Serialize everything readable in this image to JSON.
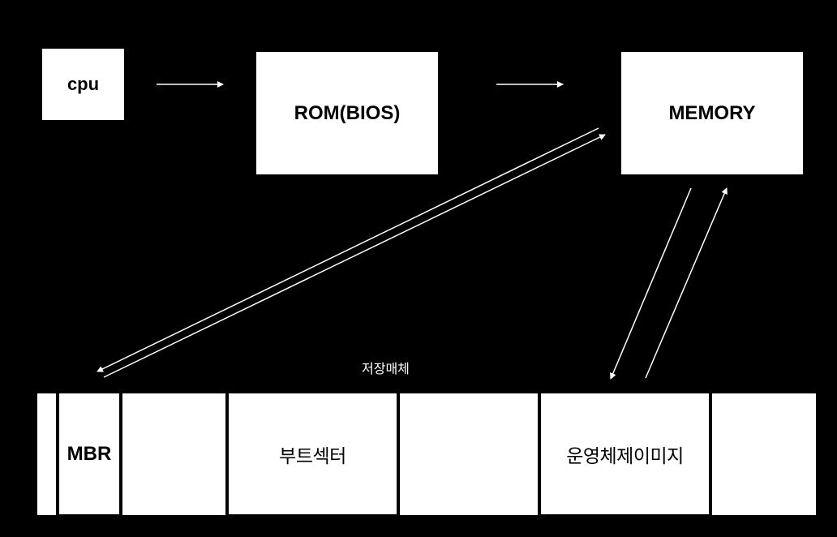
{
  "nodes": {
    "cpu": "cpu",
    "rom": "ROM(BIOS)",
    "memory": "MEMORY"
  },
  "storage": {
    "label": "저장매체",
    "cells": [
      "",
      "MBR",
      "",
      "부트섹터",
      "",
      "운영체제이미지",
      ""
    ]
  },
  "colors": {
    "background": "#000000",
    "box": "#ffffff",
    "line": "#ffffff",
    "text": "#000000"
  }
}
